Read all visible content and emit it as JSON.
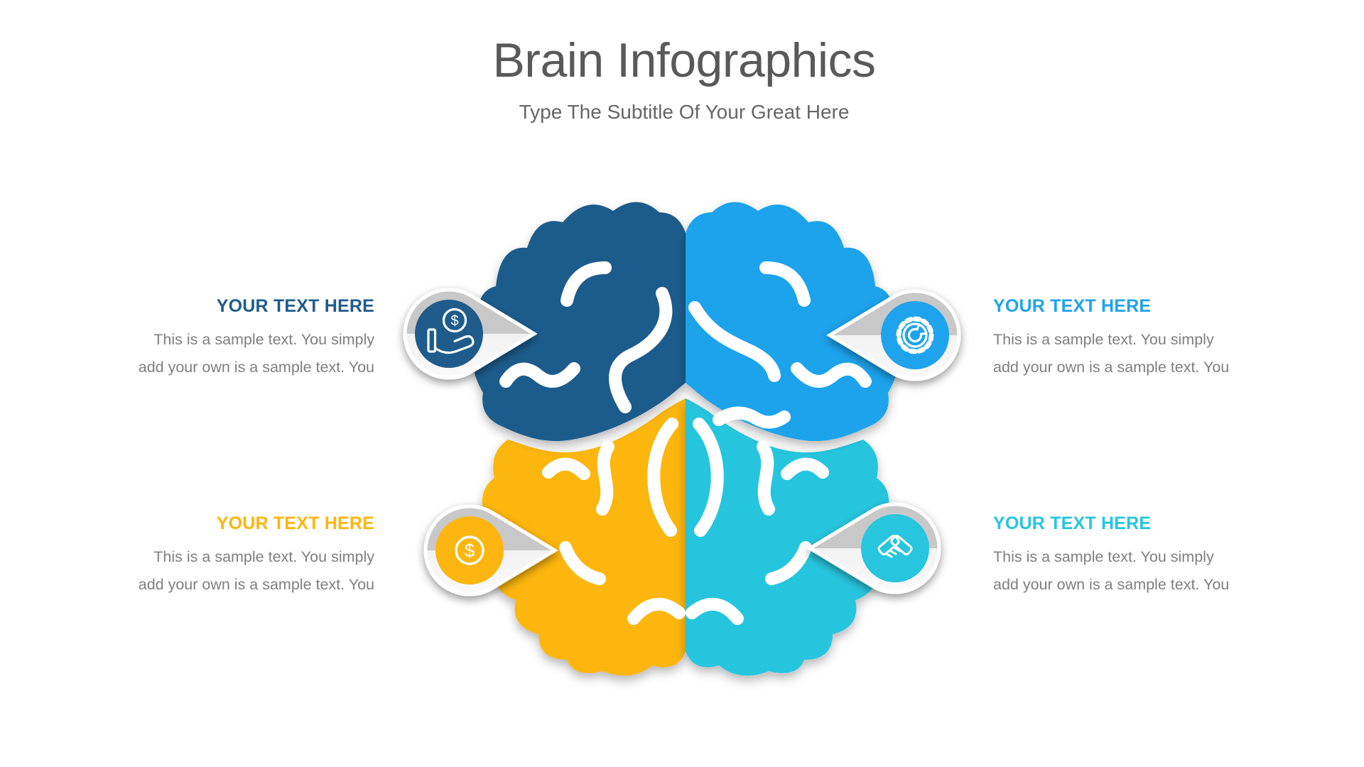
{
  "slide": {
    "title": "Brain Infographics",
    "subtitle": "Type The Subtitle Of Your Great Here"
  },
  "colors": {
    "title": "#595959",
    "subtitle": "#666666",
    "body_text": "#7F7F7F",
    "navy": "#1F5C8C",
    "blue": "#1EA3EC",
    "yellow": "#FCB60F",
    "cyan": "#27C5DE",
    "callout_gray": "#C8C8C8",
    "callout_gray_light": "#F2F2F2",
    "fold_white": "#FFFFFF"
  },
  "sections": [
    {
      "position": "top-left",
      "heading": "YOUR TEXT HERE",
      "body": "This is a sample text. You simply\nadd your own is a sample text. You",
      "accent": "#1F5C8C",
      "icon": "hand-receiving-money-icon"
    },
    {
      "position": "top-right",
      "heading": "YOUR TEXT HERE",
      "body": "This is a sample text. You simply\nadd your own is a sample text. You",
      "accent": "#1EA3EC",
      "icon": "gear-wrench-icon"
    },
    {
      "position": "bottom-left",
      "heading": "YOUR TEXT HERE",
      "body": "This is a sample text. You simply\nadd your own is a sample text. You",
      "accent": "#FCB60F",
      "icon": "dollar-coin-icon"
    },
    {
      "position": "bottom-right",
      "heading": "YOUR TEXT HERE",
      "body": "This is a sample text. You simply\nadd your own is a sample text. You",
      "accent": "#27C5DE",
      "icon": "handshake-icon"
    }
  ],
  "glyphs": {
    "dollar": "$"
  }
}
